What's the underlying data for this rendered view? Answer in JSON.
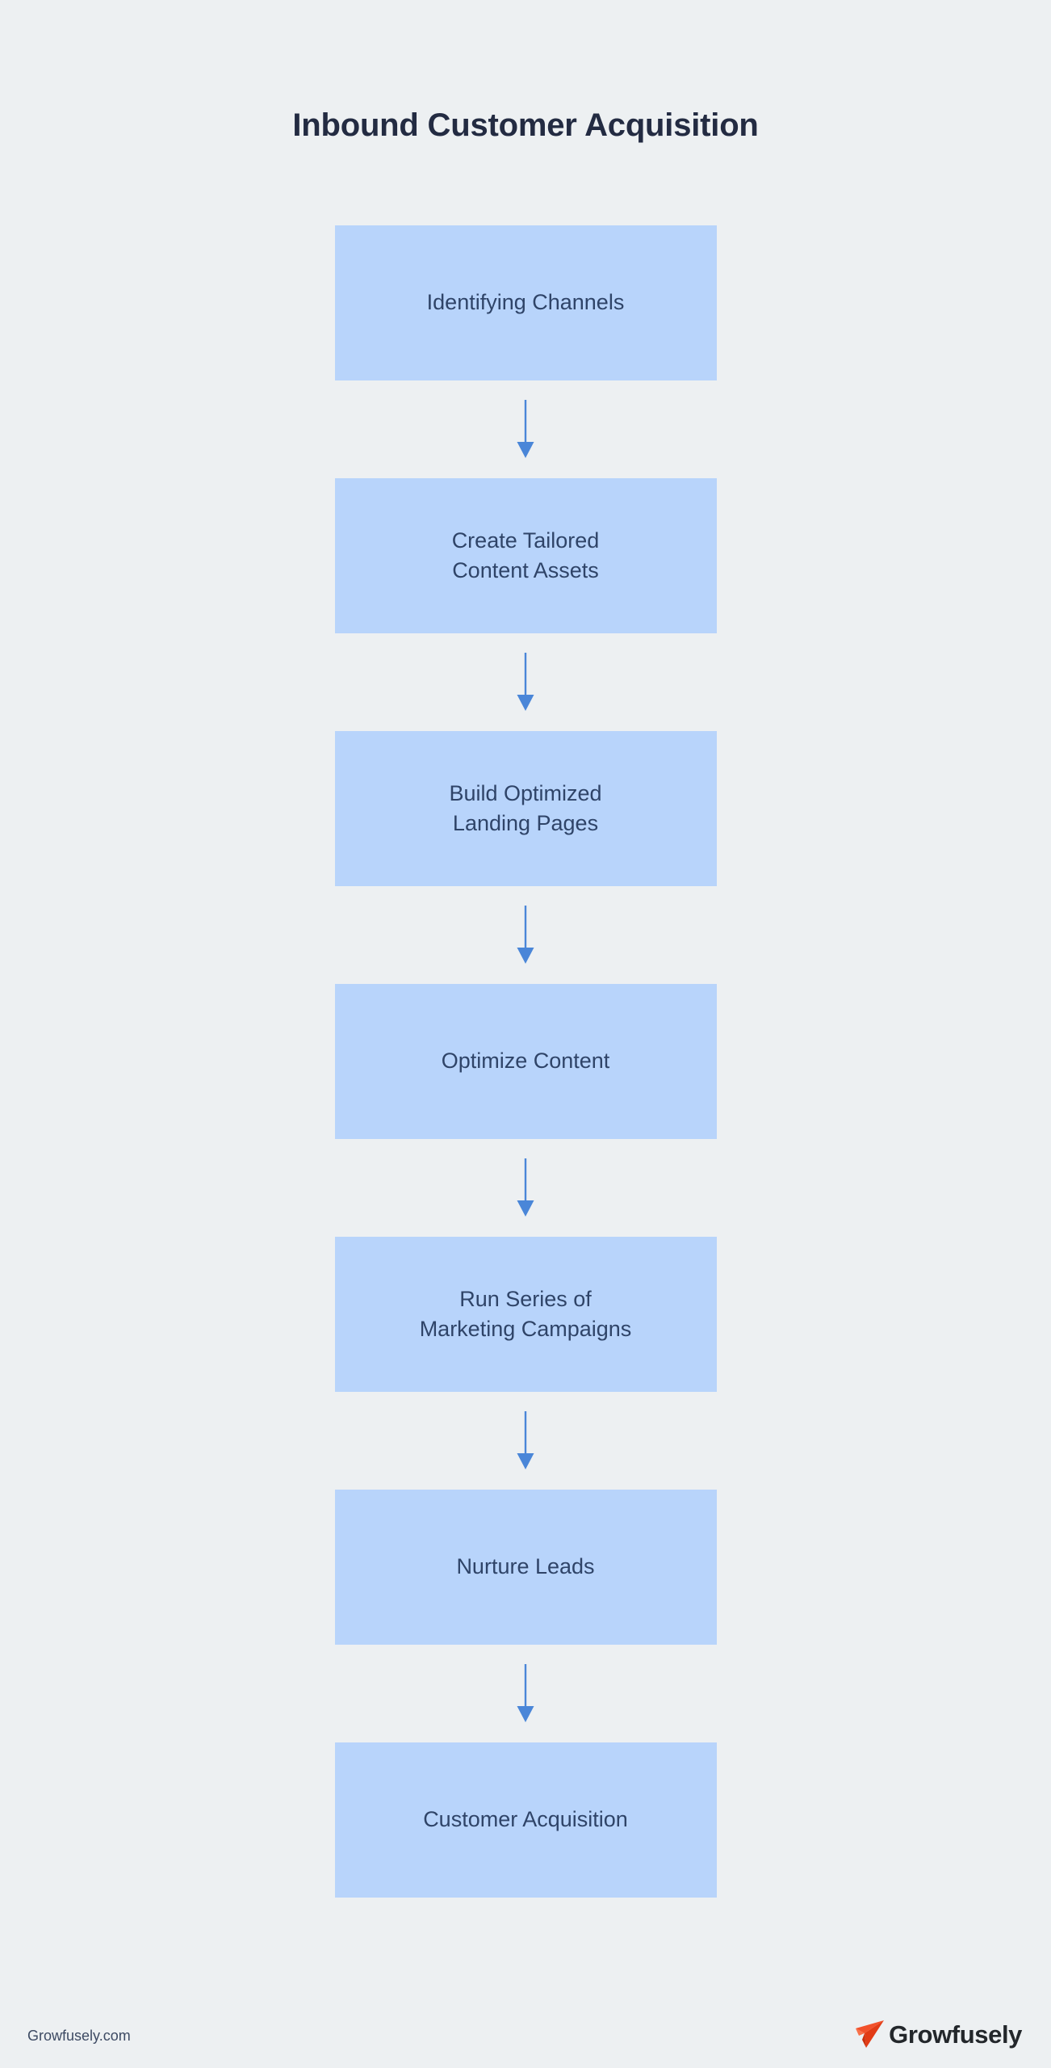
{
  "chart_data": {
    "type": "diagram",
    "diagram_type": "vertical-flowchart",
    "title": "Inbound Customer Acquisition",
    "node_count": 7,
    "nodes": [
      "Identifying Channels",
      "Create Tailored\nContent Assets",
      "Build Optimized\nLanding Pages",
      "Optimize Content",
      "Run Series of\nMarketing Campaigns",
      "Nurture Leads",
      "Customer Acquisition"
    ],
    "edges": [
      {
        "from": "Identifying Channels",
        "to": "Create Tailored Content Assets",
        "style": "arrow-down"
      },
      {
        "from": "Create Tailored Content Assets",
        "to": "Build Optimized Landing Pages",
        "style": "arrow-down"
      },
      {
        "from": "Build Optimized Landing Pages",
        "to": "Optimize Content",
        "style": "arrow-down"
      },
      {
        "from": "Optimize Content",
        "to": "Run Series of Marketing Campaigns",
        "style": "arrow-down"
      },
      {
        "from": "Run Series of Marketing Campaigns",
        "to": "Nurture Leads",
        "style": "arrow-down"
      },
      {
        "from": "Nurture Leads",
        "to": "Customer Acquisition",
        "style": "arrow-down"
      }
    ],
    "legend": [],
    "colors": {
      "background": "#edf0f2",
      "node_fill": "#b8d4fb",
      "node_text": "#2f4468",
      "title_text": "#232b42",
      "arrow": "#4a86d8",
      "brand_mark": "#f2512b",
      "brand_text": "#23272b",
      "footer_text": "#3d4a63"
    }
  },
  "header": {
    "title": "Inbound Customer Acquisition"
  },
  "flow": {
    "steps": [
      {
        "id": "identifying-channels",
        "label": "Identifying Channels"
      },
      {
        "id": "create-tailored-content-assets",
        "label": "Create Tailored\nContent Assets"
      },
      {
        "id": "build-optimized-landing-pages",
        "label": "Build Optimized\nLanding Pages"
      },
      {
        "id": "optimize-content",
        "label": "Optimize Content"
      },
      {
        "id": "run-series-of-marketing-campaigns",
        "label": "Run Series of\nMarketing Campaigns"
      },
      {
        "id": "nurture-leads",
        "label": "Nurture Leads"
      },
      {
        "id": "customer-acquisition",
        "label": "Customer Acquisition"
      }
    ],
    "arrow_icon": "arrow-down-icon"
  },
  "footer": {
    "url": "Growfusely.com",
    "brand_name": "Growfusely",
    "brand_mark_icon": "paper-plane-icon"
  }
}
